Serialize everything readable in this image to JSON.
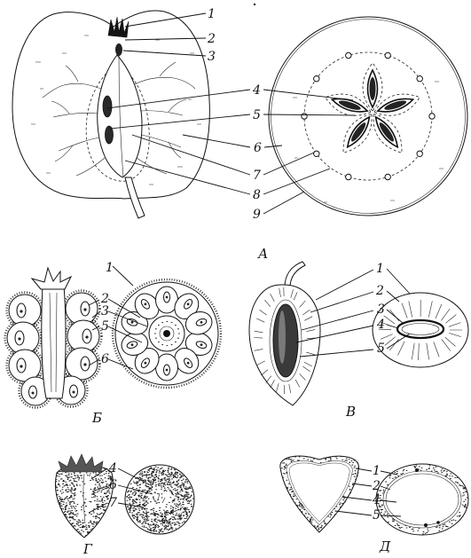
{
  "figure": {
    "panel_a": {
      "letter": "А",
      "labels": [
        "1",
        "2",
        "3",
        "4",
        "5",
        "6",
        "7",
        "8",
        "9"
      ]
    },
    "panel_b": {
      "letter": "Б",
      "labels": [
        "1",
        "2",
        "3",
        "5",
        "6"
      ]
    },
    "panel_v": {
      "letter": "В",
      "labels": [
        "1",
        "2",
        "3",
        "4",
        "5"
      ]
    },
    "panel_g": {
      "letter": "Г",
      "labels": [
        "4",
        "6",
        "7"
      ]
    },
    "panel_d": {
      "letter": "Д",
      "labels": [
        "1",
        "2",
        "4",
        "5"
      ]
    }
  }
}
